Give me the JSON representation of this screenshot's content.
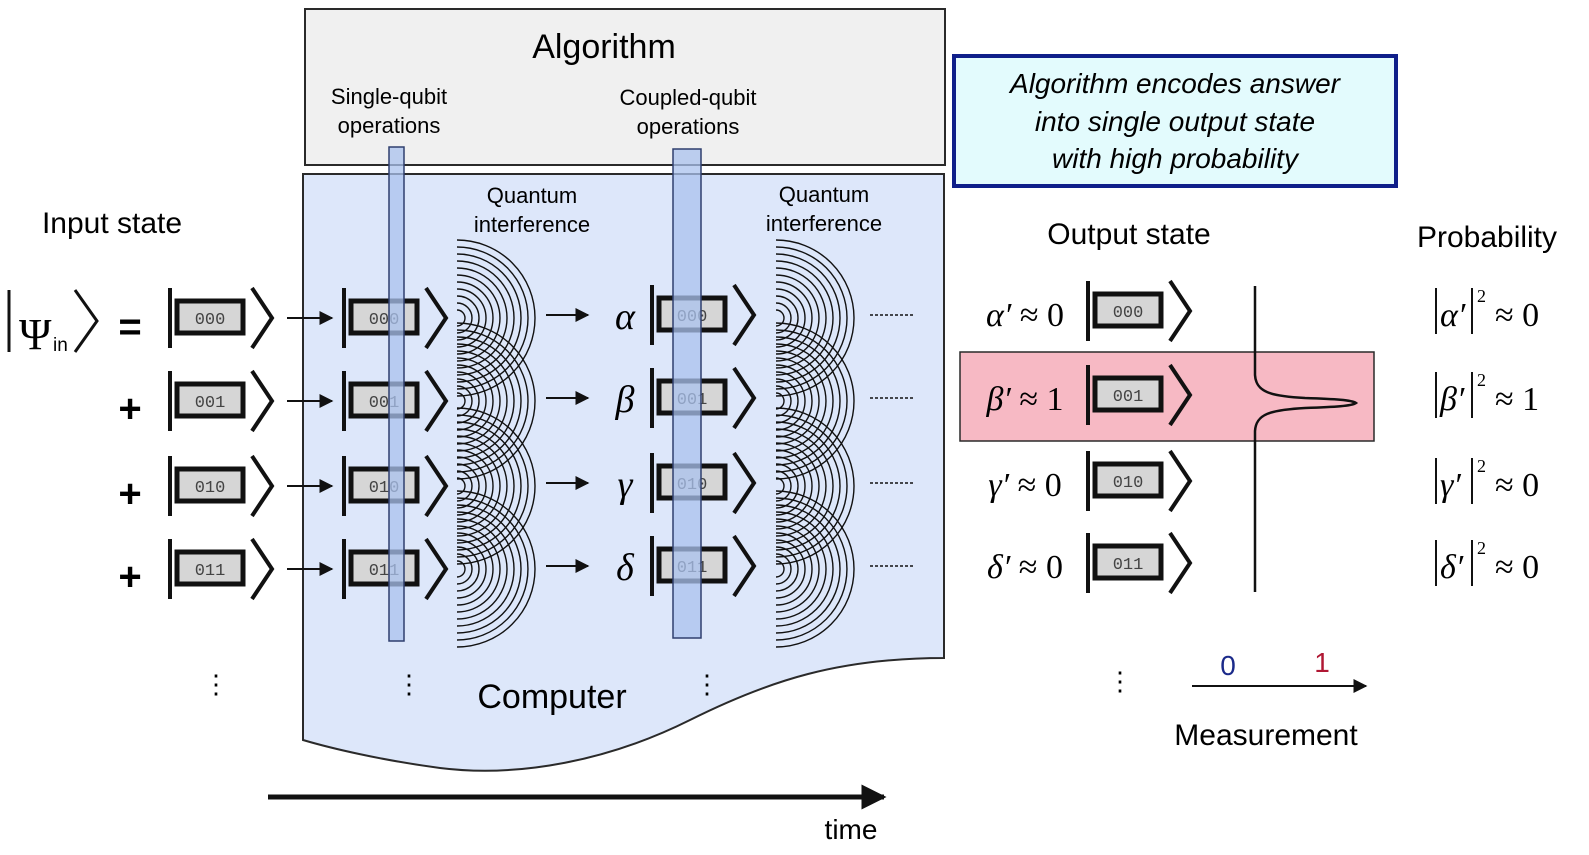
{
  "colors": {
    "computer_fill": "#dde7fa",
    "computer_stroke": "#2a2a2a",
    "algorithm_fill": "#f0f0f0",
    "operation_bar_fill": "#a9c2ee",
    "operation_bar_stroke": "#2f3f6e",
    "callout_fill": "#e3fbfd",
    "callout_stroke": "#0f1f8a",
    "highlight_fill": "#f7b9c4",
    "register_fill": "#d6d6d6",
    "measure_zero": "#1b2a8a",
    "measure_one": "#b01733"
  },
  "algorithm": {
    "title": "Algorithm",
    "single_qubit_ops": [
      "Single-qubit",
      "operations"
    ],
    "coupled_qubit_ops": [
      "Coupled-qubit",
      "operations"
    ]
  },
  "computer": {
    "label": "Computer",
    "interference_1": [
      "Quantum",
      "interference"
    ],
    "interference_2": [
      "Quantum",
      "interference"
    ],
    "amplitudes": [
      "α",
      "β",
      "γ",
      "δ"
    ],
    "continuation": "---------"
  },
  "callout": {
    "lines": [
      "Algorithm encodes answer",
      "into single output state",
      "with high probability"
    ]
  },
  "input": {
    "title": "Input state",
    "psi": "Ψ",
    "psi_subscript": "in",
    "equals": "=",
    "plus": "+",
    "states": [
      "000",
      "001",
      "010",
      "011"
    ],
    "ellipsis": "⋮"
  },
  "output": {
    "title": "Output state",
    "amplitudes": [
      {
        "symbol": "α′",
        "approx": "≈ 0"
      },
      {
        "symbol": "β′",
        "approx": "≈ 1"
      },
      {
        "symbol": "γ′",
        "approx": "≈ 0"
      },
      {
        "symbol": "δ′",
        "approx": "≈ 0"
      }
    ],
    "states": [
      "000",
      "001",
      "010",
      "011"
    ],
    "highlighted_index": 1
  },
  "probability": {
    "title": "Probability",
    "entries": [
      {
        "symbol": "α′",
        "exponent": "2",
        "approx": "≈ 0"
      },
      {
        "symbol": "β′",
        "exponent": "2",
        "approx": "≈ 1"
      },
      {
        "symbol": "γ′",
        "exponent": "2",
        "approx": "≈ 0"
      },
      {
        "symbol": "δ′",
        "exponent": "2",
        "approx": "≈ 0"
      }
    ]
  },
  "measurement": {
    "label": "Measurement",
    "zero": "0",
    "one": "1"
  },
  "timeline": {
    "label": "time"
  }
}
